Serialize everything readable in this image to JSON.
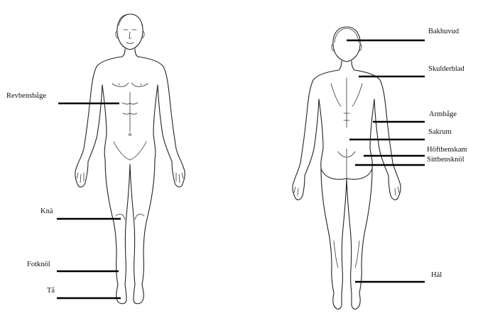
{
  "diagram": {
    "front_view": {
      "labels": [
        {
          "key": "rib_arch",
          "text": "Revbensbåge"
        },
        {
          "key": "knee",
          "text": "Knä"
        },
        {
          "key": "ankle",
          "text": "Fotknöl"
        },
        {
          "key": "toe",
          "text": "Tå"
        }
      ]
    },
    "back_view": {
      "labels": [
        {
          "key": "back_of_head",
          "text": "Bakhuvud"
        },
        {
          "key": "shoulder_blade",
          "text": "Skulderblad"
        },
        {
          "key": "elbow",
          "text": "Armbåge"
        },
        {
          "key": "sacrum",
          "text": "Sakrum"
        },
        {
          "key": "iliac_crest",
          "text": "Höftbenskam"
        },
        {
          "key": "ischial_tuberosity",
          "text": "Sittbensknöl"
        },
        {
          "key": "heel",
          "text": "Häl"
        }
      ]
    }
  }
}
